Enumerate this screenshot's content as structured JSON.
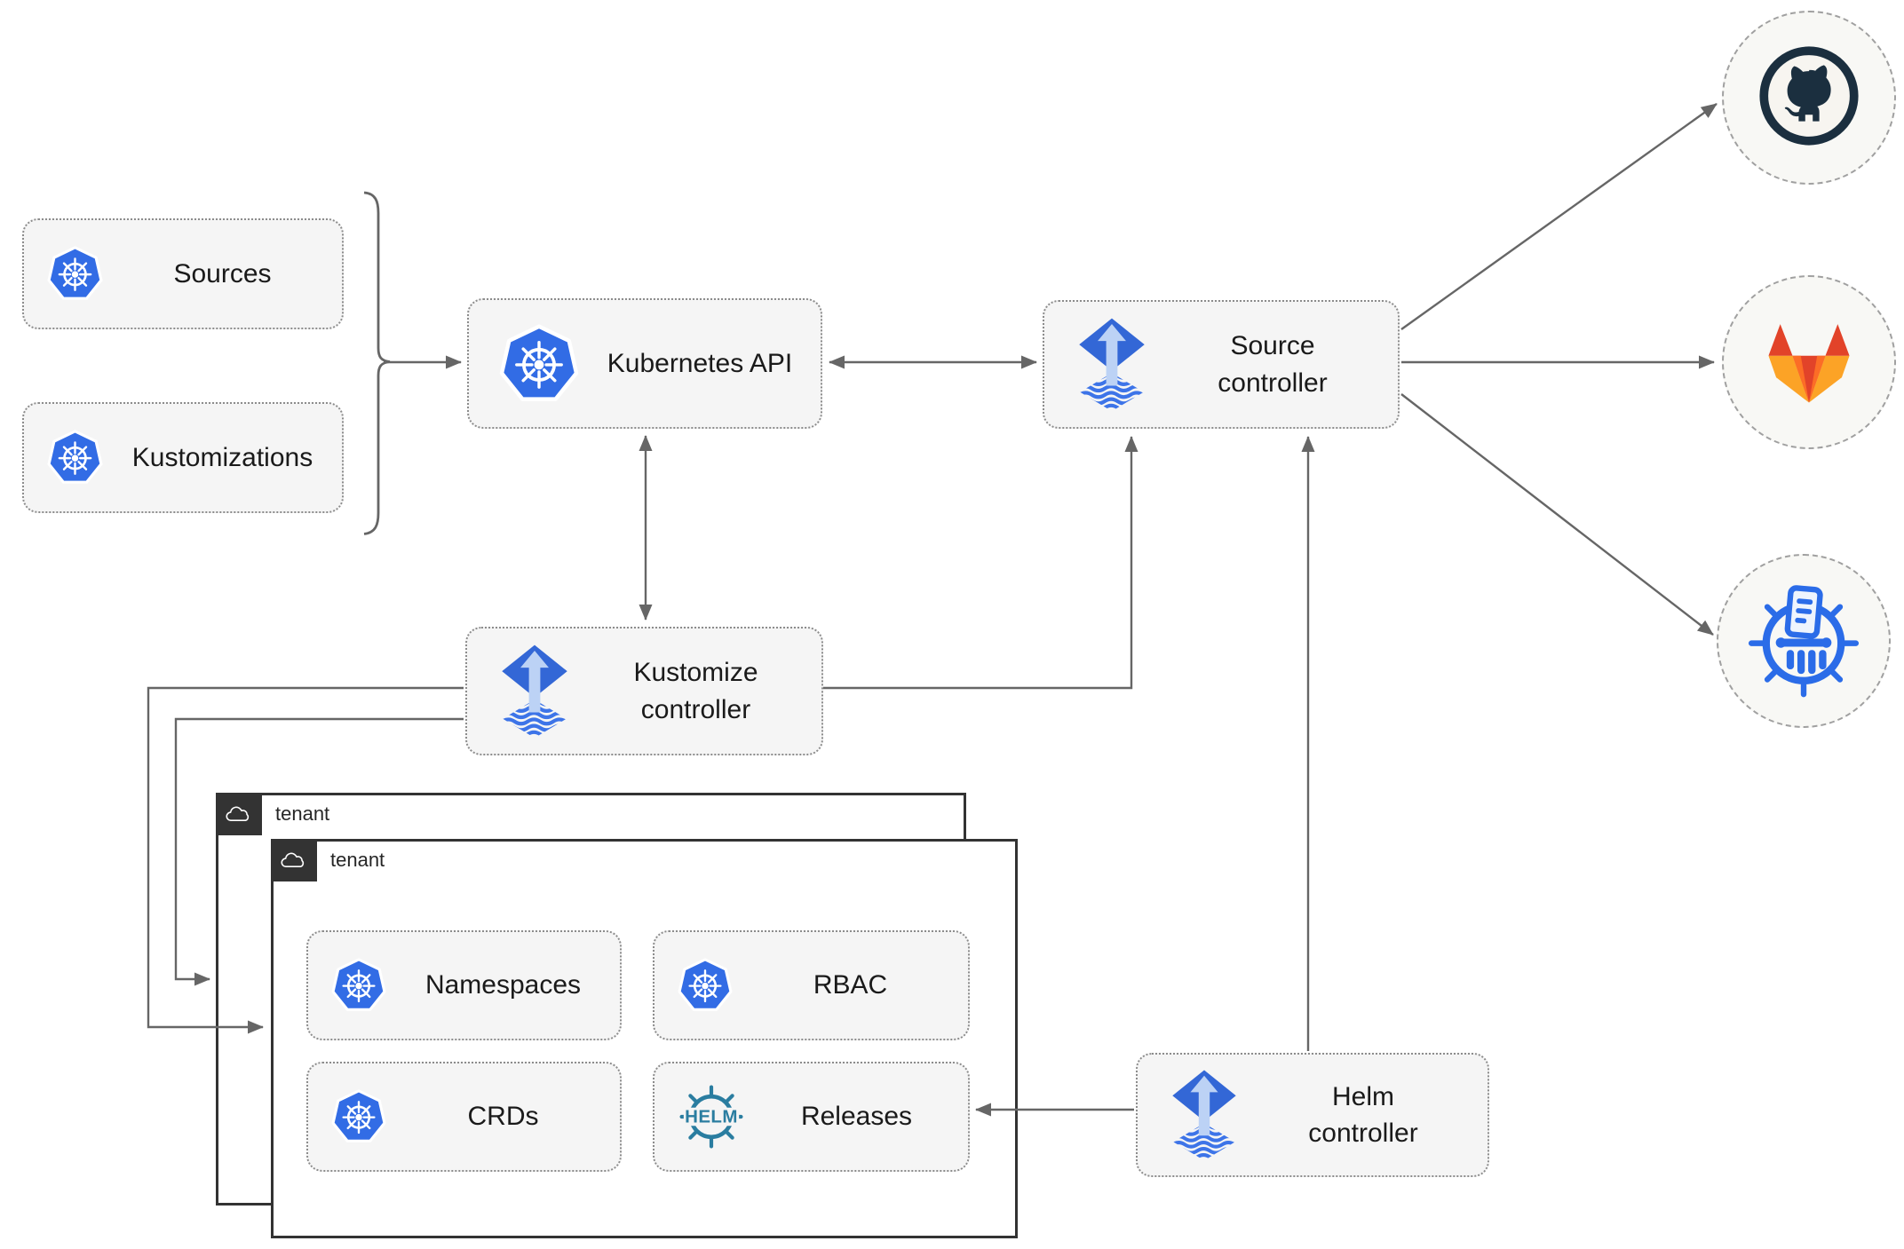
{
  "diagram": {
    "type": "architecture-diagram",
    "nodes": {
      "sources": {
        "label": "Sources",
        "icon": "kubernetes-icon"
      },
      "kustomizations": {
        "label": "Kustomizations",
        "icon": "kubernetes-icon"
      },
      "kubernetes_api": {
        "label": "Kubernetes API",
        "icon": "kubernetes-icon"
      },
      "source_controller": {
        "label": "Source\ncontroller",
        "icon": "flux-icon"
      },
      "kustomize_controller": {
        "label": "Kustomize\ncontroller",
        "icon": "flux-icon"
      },
      "helm_controller": {
        "label": "Helm\ncontroller",
        "icon": "flux-icon"
      },
      "namespaces": {
        "label": "Namespaces",
        "icon": "kubernetes-icon"
      },
      "rbac": {
        "label": "RBAC",
        "icon": "kubernetes-icon"
      },
      "crds": {
        "label": "CRDs",
        "icon": "kubernetes-icon"
      },
      "releases": {
        "label": "Releases",
        "icon": "helm-wheel-icon"
      }
    },
    "groups": {
      "tenant_back": {
        "label": "tenant",
        "icon": "cloud-icon"
      },
      "tenant_front": {
        "label": "tenant",
        "icon": "cloud-icon"
      }
    },
    "external": {
      "github": {
        "icon": "github-icon"
      },
      "gitlab": {
        "icon": "gitlab-icon"
      },
      "helm_repository": {
        "icon": "chartmuseum-helm-repository-icon"
      }
    },
    "icons": {
      "helm_logo_text": "HELM"
    },
    "colors": {
      "kubernetes_blue": "#326ce5",
      "flux_blue": "#3367d6",
      "flux_arrow_light": "#bcd2f5",
      "flux_wave_blue": "#3d74e8",
      "helm_teal": "#2a7da0",
      "github_dark": "#1b2f3f",
      "gitlab_red": "#e24329",
      "gitlab_orange": "#fc6d26",
      "gitlab_amber": "#fca326",
      "chartmuseum_blue": "#2b6ce8",
      "connector_gray": "#666666",
      "node_fill": "#f5f5f5",
      "tenant_dark": "#333333"
    }
  }
}
